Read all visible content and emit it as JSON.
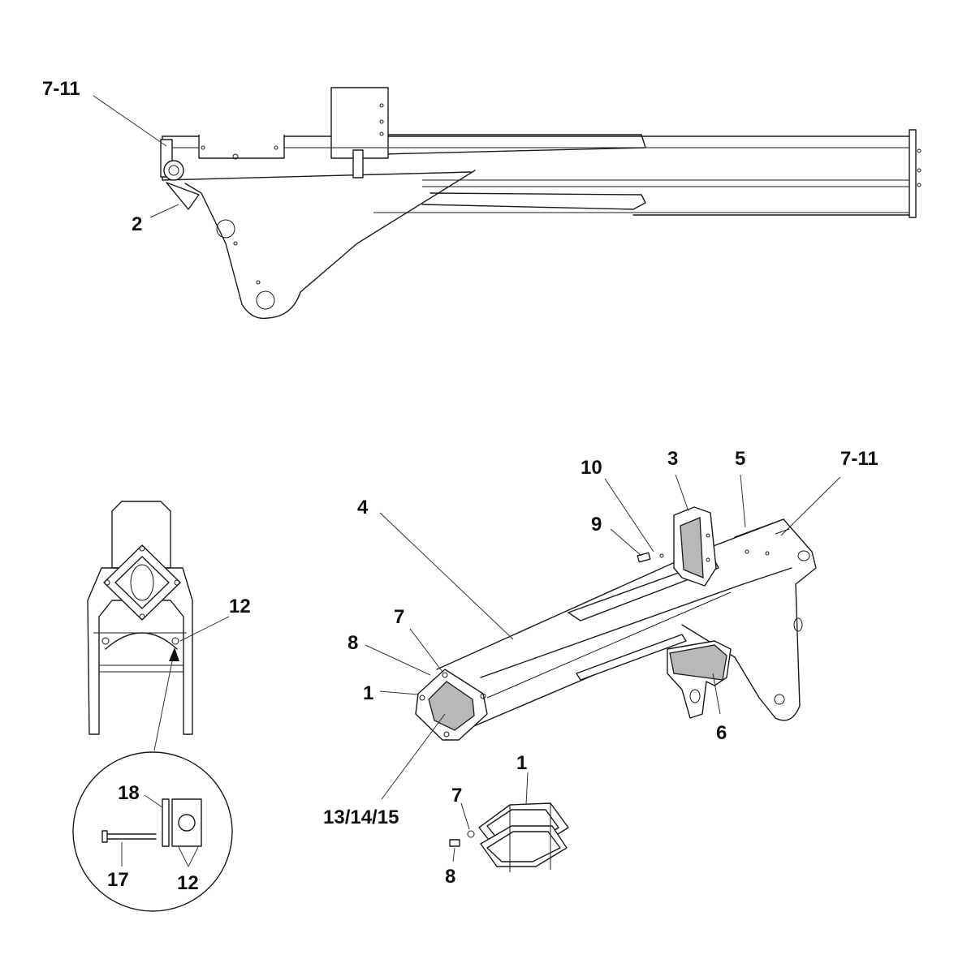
{
  "callouts": {
    "top_7_11": "7-11",
    "top_2": "2",
    "iso_10": "10",
    "iso_3": "3",
    "iso_5": "5",
    "iso_7_11": "7-11",
    "iso_4": "4",
    "iso_9": "9",
    "iso_7": "7",
    "iso_8": "8",
    "iso_1": "1",
    "iso_13_14_15": "13/14/15",
    "iso_6": "6",
    "pad_1": "1",
    "pad_7": "7",
    "pad_8": "8",
    "end_12": "12",
    "detail_18": "18",
    "detail_17": "17",
    "detail_12": "12"
  }
}
